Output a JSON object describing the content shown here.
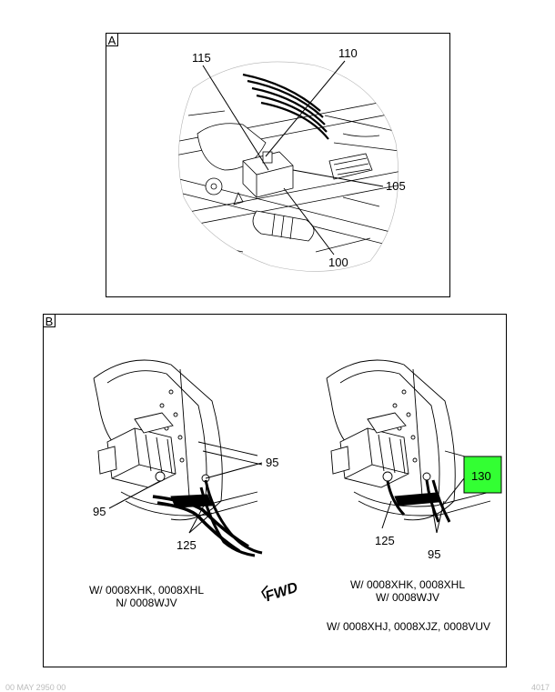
{
  "panel_a": {
    "letter": "A",
    "callouts": [
      "115",
      "110",
      "105",
      "100"
    ]
  },
  "panel_b": {
    "letter": "B",
    "left_view": {
      "callouts": [
        "95",
        "95",
        "125"
      ],
      "caption_line1": "W/ 0008XHK, 0008XHL",
      "caption_line2": "N/ 0008WJV"
    },
    "fwd_label": "FWD",
    "right_view": {
      "callouts": [
        "125",
        "95"
      ],
      "highlight_callout": "130",
      "highlight_color": "#33ff33",
      "caption_line1": "W/ 0008XHK, 0008XHL",
      "caption_line2": "W/ 0008WJV",
      "caption_line3": "W/ 0008XHJ, 0008XJZ, 0008VUV"
    }
  },
  "footer": {
    "left": "00 MAY 2950 00",
    "right": "4017"
  }
}
